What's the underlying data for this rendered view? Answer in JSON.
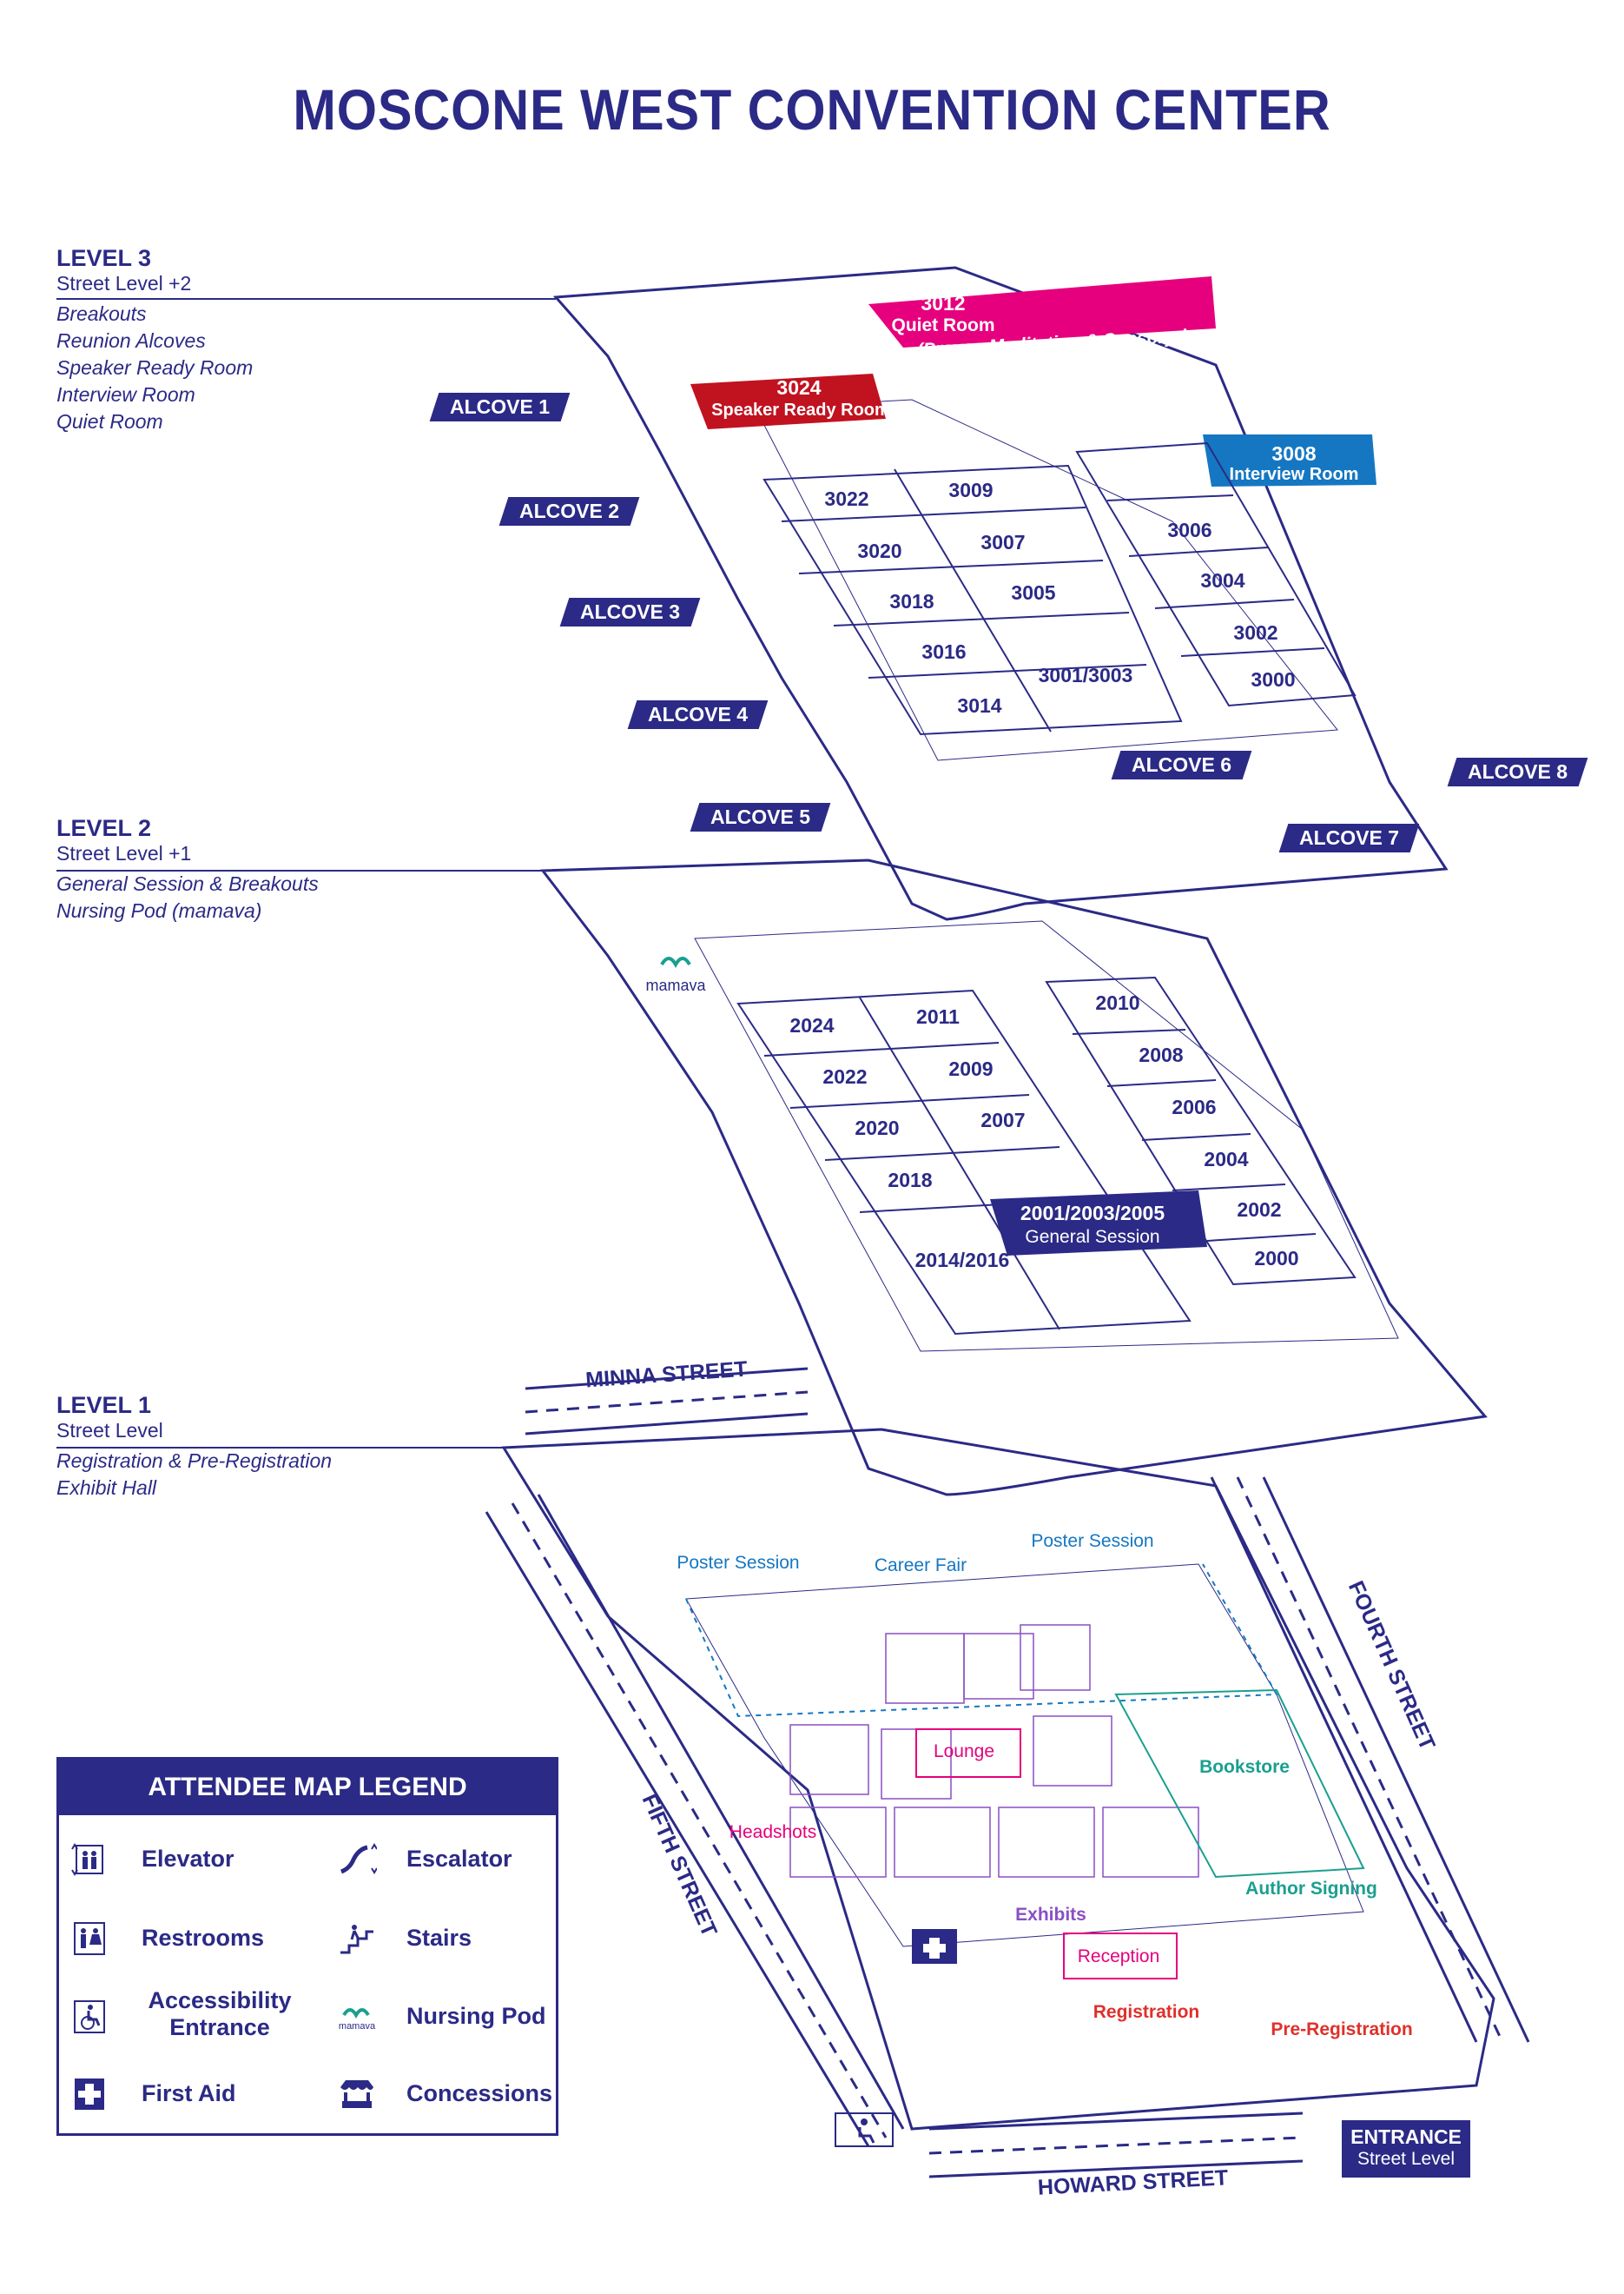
{
  "title": "MOSCONE WEST CONVENTION CENTER",
  "levels": [
    {
      "name": "LEVEL 3",
      "sub": "Street Level +2",
      "desc": [
        "Breakouts",
        "Reunion Alcoves",
        "Speaker Ready Room",
        "Interview Room",
        "Quiet Room"
      ]
    },
    {
      "name": "LEVEL 2",
      "sub": "Street Level +1",
      "desc": [
        "General Session & Breakouts",
        "Nursing Pod (mamava)"
      ]
    },
    {
      "name": "LEVEL 1",
      "sub": "Street Level",
      "desc": [
        "Registration & Pre-Registration",
        "Exhibit Hall"
      ]
    }
  ],
  "level3": {
    "alcoves": [
      "ALCOVE 1",
      "ALCOVE 2",
      "ALCOVE 3",
      "ALCOVE 4",
      "ALCOVE 5",
      "ALCOVE 6",
      "ALCOVE 7",
      "ALCOVE 8"
    ],
    "quiet_room": {
      "number": "3012",
      "label": "Quiet Room",
      "detail": "(Prayer, Meditation & Sensory-break)",
      "color": "#e6007e"
    },
    "speaker_room": {
      "number": "3024",
      "label": "Speaker Ready Room",
      "color": "#c1121f"
    },
    "interview_room": {
      "number": "3008",
      "label": "Interview Room",
      "color": "#1577c2"
    },
    "rooms": [
      "3022",
      "3009",
      "3020",
      "3007",
      "3018",
      "3005",
      "3016",
      "3001/3003",
      "3014",
      "3006",
      "3004",
      "3002",
      "3000"
    ]
  },
  "level2": {
    "mamava": "mamava",
    "rooms": [
      "2024",
      "2011",
      "2022",
      "2009",
      "2020",
      "2007",
      "2018",
      "2014/2016",
      "2010",
      "2008",
      "2006",
      "2004",
      "2002",
      "2000"
    ],
    "general_session": {
      "number": "2001/2003/2005",
      "label": "General Session"
    }
  },
  "level1": {
    "streets": {
      "minna": "MINNA STREET",
      "fourth": "FOURTH STREET",
      "fifth": "FIFTH STREET",
      "howard": "HOWARD STREET"
    },
    "zones": {
      "poster_left": "Poster Session",
      "career": "Career Fair",
      "poster_right": "Poster Session",
      "lounge": "Lounge",
      "bookstore": "Bookstore",
      "headshots": "Headshots",
      "author": "Author Signing",
      "exhibits": "Exhibits",
      "reception": "Reception",
      "registration": "Registration",
      "preregistration": "Pre-Registration"
    },
    "entrance": {
      "title": "ENTRANCE",
      "sub": "Street Level"
    }
  },
  "legend": {
    "title": "ATTENDEE MAP LEGEND",
    "items": {
      "elevator": "Elevator",
      "escalator": "Escalator",
      "restrooms": "Restrooms",
      "stairs": "Stairs",
      "accessibility": "Accessibility Entrance",
      "nursing": "Nursing Pod",
      "firstaid": "First Aid",
      "concessions": "Concessions"
    }
  },
  "colors": {
    "navy": "#2b2a86",
    "magenta": "#e6007e",
    "red": "#c1121f",
    "blue": "#1577c2",
    "teal": "#1a9f8f",
    "purple": "#8a4fc4",
    "pink": "#e6007e",
    "regred": "#e0302a"
  }
}
